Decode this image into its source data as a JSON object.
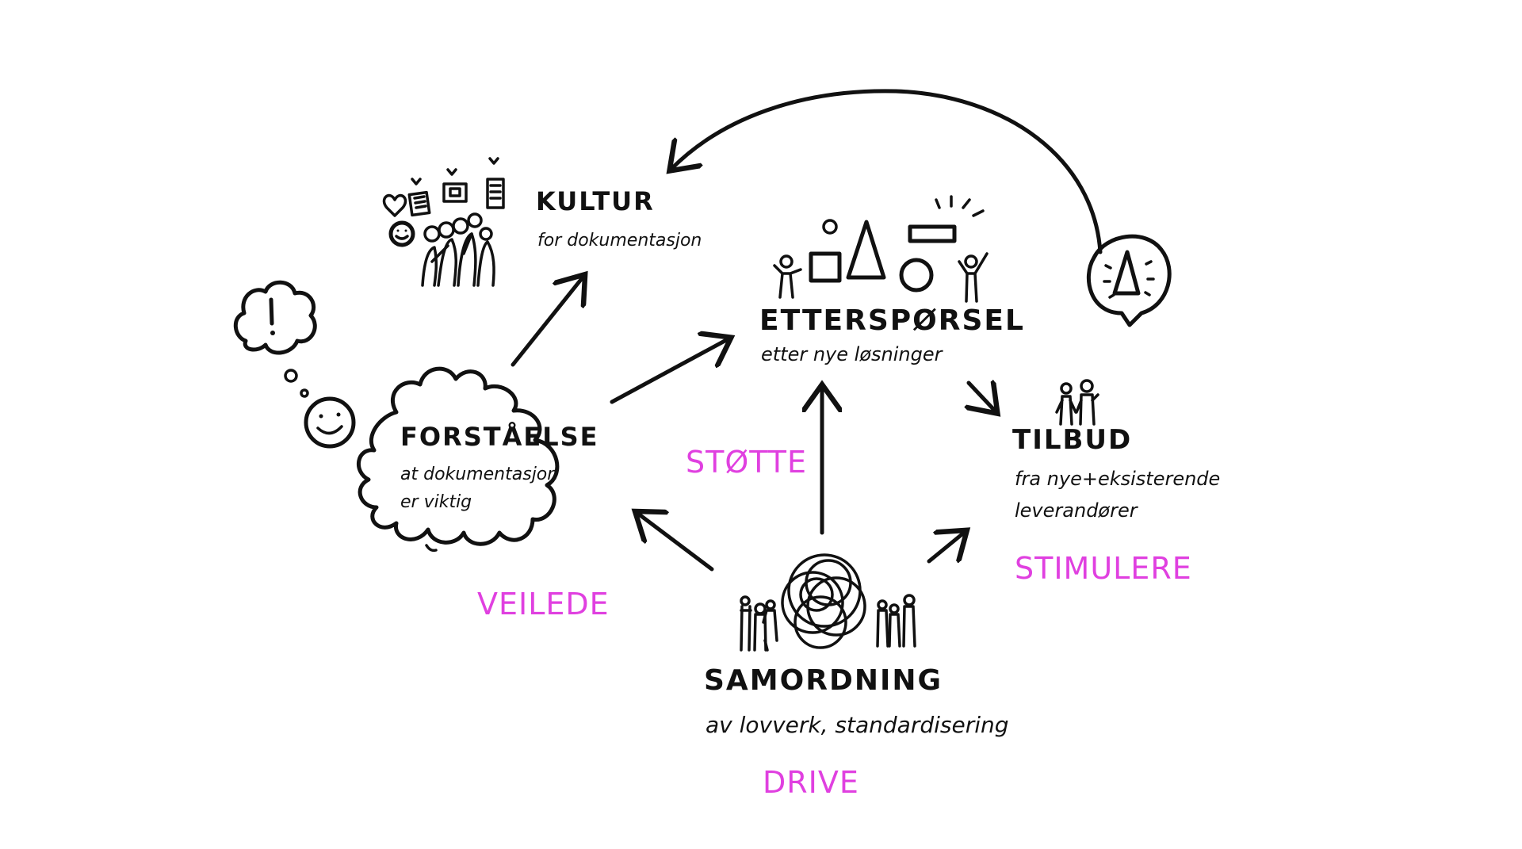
{
  "nodes": {
    "kultur": {
      "title": "KULTUR",
      "subtitle": "for dokumentasjon"
    },
    "etterspoersel": {
      "title": "ETTERSPØRSEL",
      "subtitle": "etter nye løsninger"
    },
    "forstaaelse": {
      "title": "FORSTÅELSE",
      "subtitle_line1": "at dokumentasjon",
      "subtitle_line2": "er viktig"
    },
    "tilbud": {
      "title": "TILBUD",
      "subtitle_line1": "fra nye+eksisterende",
      "subtitle_line2": "leverandører"
    },
    "samordning": {
      "title": "SAMORDNING",
      "subtitle": "av lovverk, standardisering"
    }
  },
  "actions": {
    "stotte": "STØTTE",
    "veilede": "VEILEDE",
    "stimulere": "STIMULERE",
    "drive": "DRIVE"
  },
  "colors": {
    "ink": "#111111",
    "accent": "#e040e0",
    "background": "#ffffff"
  },
  "icons": [
    "thought-bubble-exclamation-icon",
    "smiley-icon",
    "crowd-icon",
    "speech-bubble-triangle-icon",
    "overlapping-circles-icon",
    "shapes-icon"
  ]
}
